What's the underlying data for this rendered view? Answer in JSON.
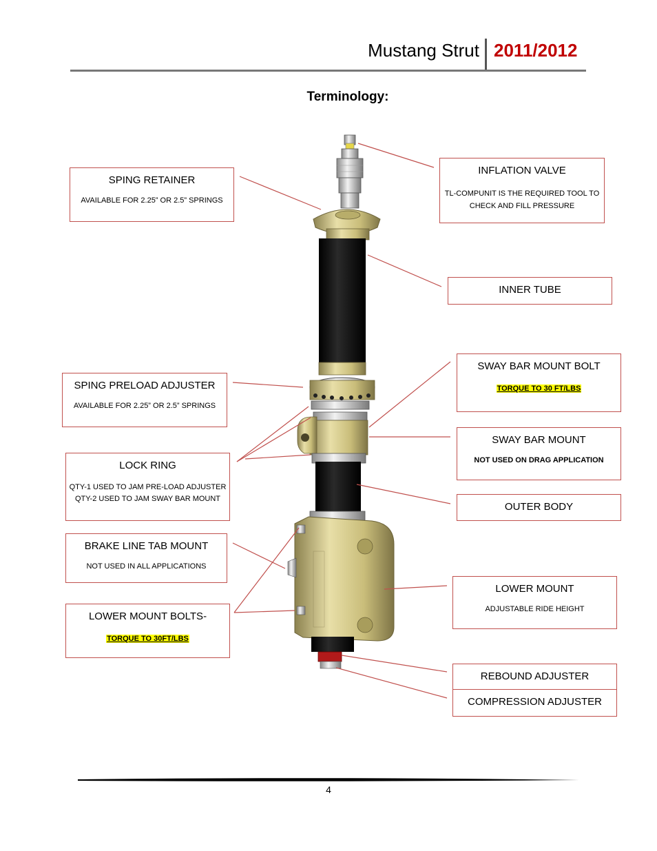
{
  "header": {
    "title": "Mustang Strut",
    "year": "2011/2012"
  },
  "section_title": "Terminology:",
  "callouts": {
    "spring_retainer": {
      "title": "SPING RETAINER",
      "note": "AVAILABLE FOR 2.25” OR 2.5” SPRINGS"
    },
    "inflation_valve": {
      "title": "INFLATION VALVE",
      "note_1": "TL-COMPUNIT IS THE REQUIRED TOOL TO",
      "note_2": "CHECK AND FILL PRESSURE"
    },
    "inner_tube": {
      "title": "INNER TUBE"
    },
    "sway_bar_mount_bolt": {
      "title": "SWAY BAR MOUNT BOLT",
      "note": "TORQUE TO 30 FT/LBS"
    },
    "spring_preload_adjuster": {
      "title": "SPING PRELOAD ADJUSTER",
      "note": "AVAILABLE FOR 2.25” OR 2.5” SPRINGS"
    },
    "sway_bar_mount": {
      "title": "SWAY BAR MOUNT",
      "note": "NOT USED ON DRAG APPLICATION"
    },
    "lock_ring": {
      "title": "LOCK RING",
      "note_1": "QTY-1 USED TO JAM PRE-LOAD ADJUSTER",
      "note_2": "QTY-2 USED TO JAM SWAY BAR MOUNT"
    },
    "outer_body": {
      "title": "OUTER BODY"
    },
    "brake_line_tab_mount": {
      "title": "BRAKE LINE TAB MOUNT",
      "note": "NOT USED IN ALL APPLICATIONS"
    },
    "lower_mount": {
      "title": "LOWER MOUNT",
      "note": "ADJUSTABLE RIDE HEIGHT"
    },
    "lower_mount_bolts": {
      "title": "LOWER MOUNT BOLTS-",
      "note": "TORQUE TO 30FT/LBS"
    },
    "rebound_adjuster": {
      "title": "REBOUND ADJUSTER"
    },
    "compression_adjuster": {
      "title": "COMPRESSION ADJUSTER"
    }
  },
  "colors": {
    "accent_red": "#c00000",
    "callout_border": "#c0504d",
    "highlight": "#ffff00",
    "strut_gold": "#c9bd7a",
    "strut_black": "#111111"
  },
  "footer": {
    "page_number": "4"
  }
}
